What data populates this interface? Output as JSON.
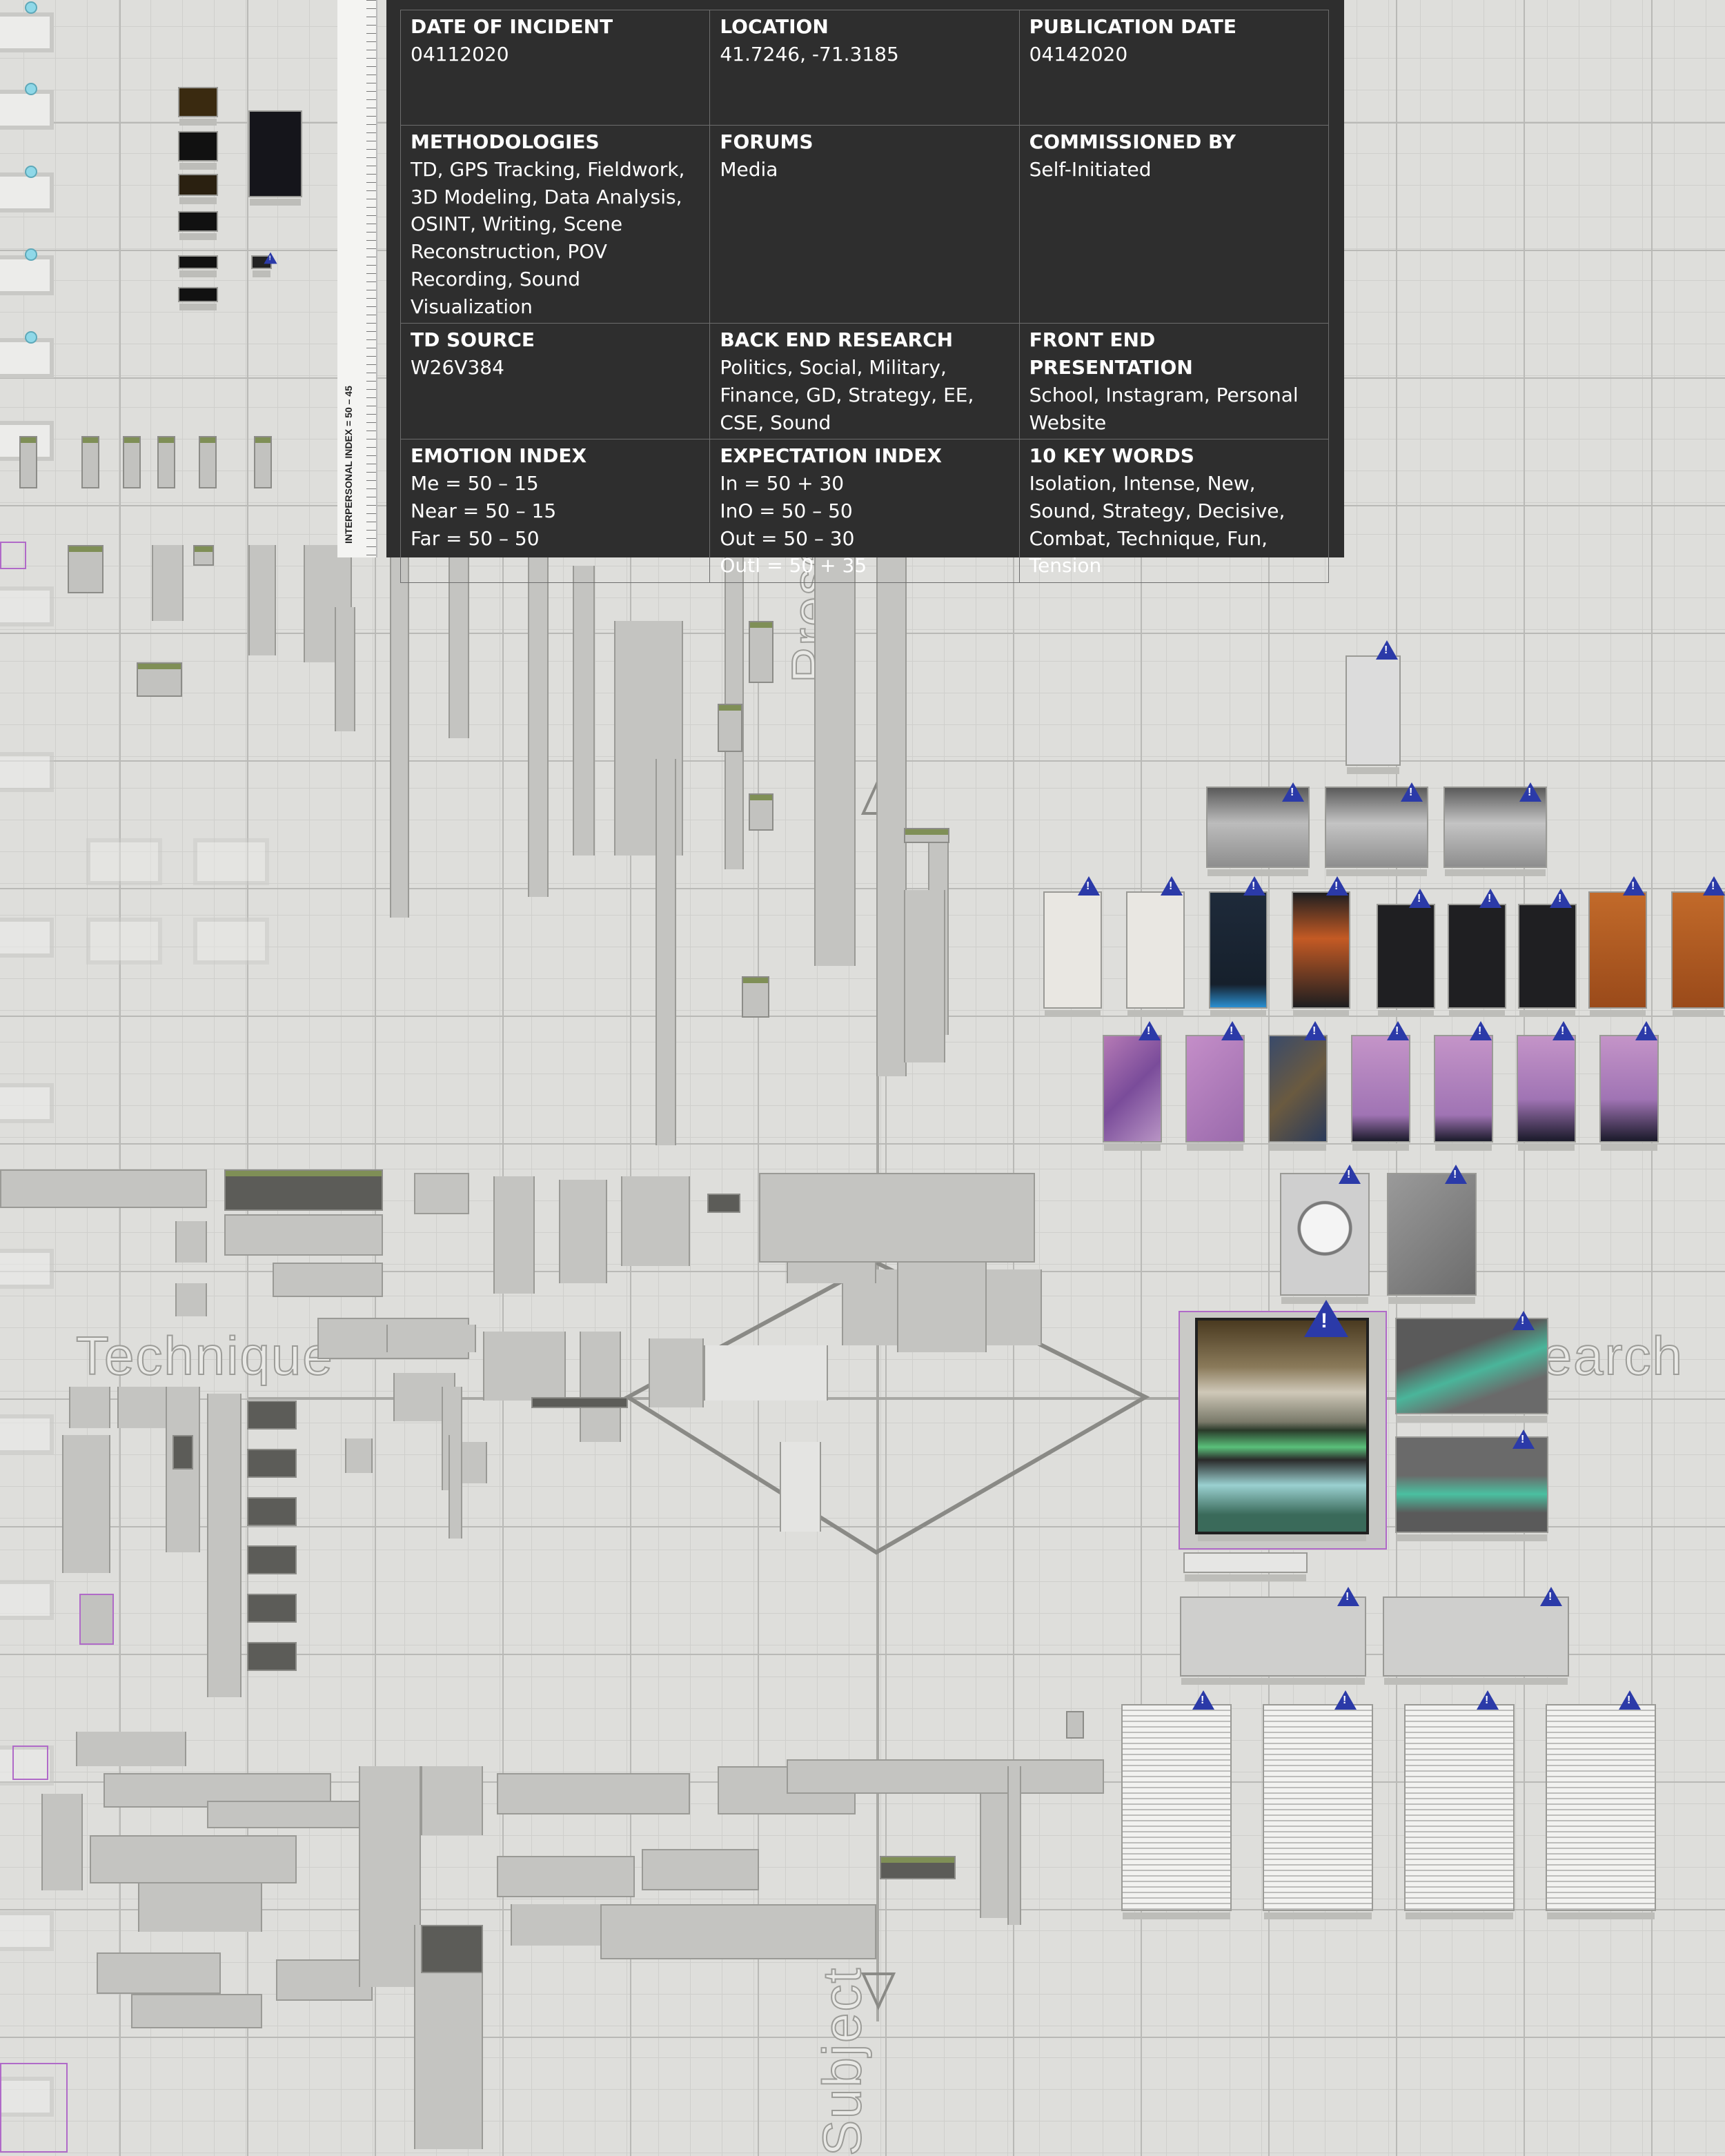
{
  "info_panel": {
    "rows": [
      [
        {
          "label": "DATE OF INCIDENT",
          "value": "04112020"
        },
        {
          "label": "LOCATION",
          "value": "41.7246, -71.3185"
        },
        {
          "label": "PUBLICATION DATE",
          "value": "04142020"
        }
      ],
      [
        {
          "label": "METHODOLOGIES",
          "value": "TD, GPS Tracking, Fieldwork, 3D Modeling, Data Analysis, OSINT, Writing, Scene Reconstruction, POV Recording, Sound Visualization"
        },
        {
          "label": "FORUMS",
          "value": "Media"
        },
        {
          "label": "COMMISSIONED BY",
          "value": "Self-Initiated"
        }
      ],
      [
        {
          "label": "TD SOURCE",
          "value": "W26V384"
        },
        {
          "label": "BACK END RESEARCH",
          "value": "Politics, Social, Military, Finance, GD, Strategy, EE, CSE, Sound"
        },
        {
          "label": "FRONT END PRESENTATION",
          "value": "School, Instagram, Personal Website"
        }
      ],
      [
        {
          "label": "EMOTION INDEX",
          "value": "Me = 50 – 15\nNear = 50 – 15\nFar = 50 – 50"
        },
        {
          "label": "EXPECTATION INDEX",
          "value": "In = 50 + 30\nInO = 50 – 50\nOut = 50 – 30\nOutI = 50 + 35"
        },
        {
          "label": "10 KEY WORDS",
          "value": "Isolation, Intense, New, Sound, Strategy, Decisive, Combat, Technique, Fun, Tension"
        }
      ]
    ]
  },
  "ruler": {
    "label": "INTERPERSONAL INDEX = 50 – 45"
  },
  "axis_labels": {
    "top": "Presentation",
    "left": "Technique",
    "right": "Research",
    "bottom": "Subject"
  },
  "icons": {
    "warning": "warning-triangle-icon",
    "preview": "preview-dot-icon"
  },
  "colors": {
    "canvas": "#dededb",
    "panel": "#2e2e2e",
    "node_header": "#7f8f56",
    "warning": "#2b3aa8",
    "selection": "#b06ac8"
  }
}
